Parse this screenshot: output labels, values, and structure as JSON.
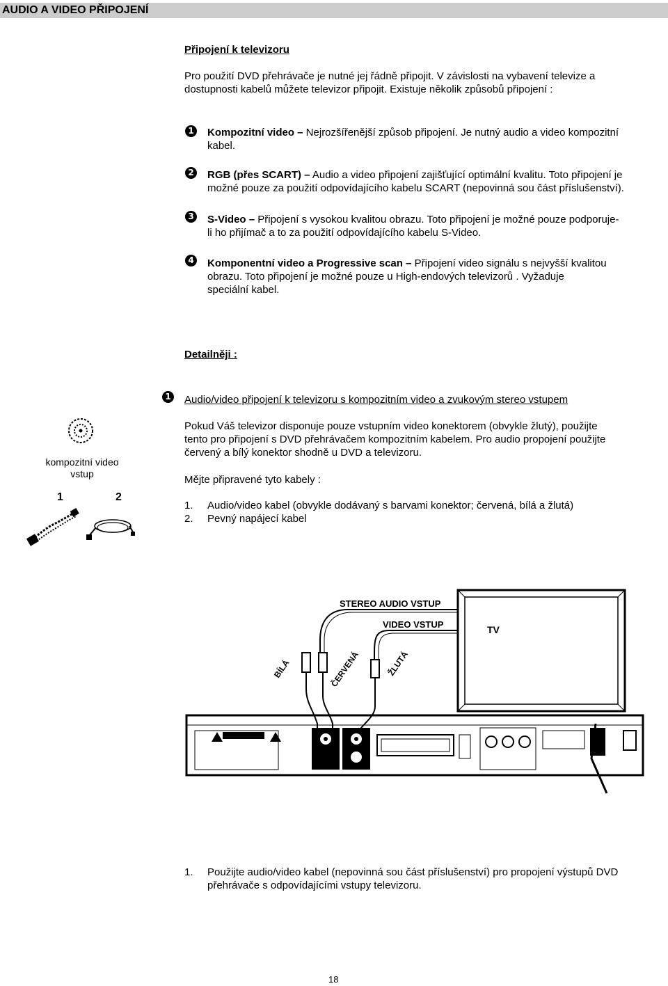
{
  "header": {
    "title": "AUDIO A VIDEO PŘIPOJENÍ"
  },
  "section1": {
    "heading": "Připojení k televizoru",
    "intro_line1": "Pro použití DVD přehrávače je nutné jej řádně připojit. V závislosti na vybavení televize a",
    "intro_line2": "dostupnosti kabelů můžete televizor připojit. Existuje několik způsobů připojení :"
  },
  "options": [
    {
      "bullet": "1",
      "title": "Kompozitní video –",
      "line1": " Nejrozšířenější způsob připojení. Je nutný audio a video kompozitní",
      "line2": "kabel.",
      "line3": ""
    },
    {
      "bullet": "2",
      "title": "RGB (přes SCART) –",
      "line1": " Audio a video připojení zajišťující optimální kvalitu. Toto připojení je",
      "line2": "možné pouze za použití odpovídajícího kabelu SCART (nepovinná sou část příslušenství).",
      "line3": ""
    },
    {
      "bullet": "3",
      "title": "S-Video –",
      "line1": " Připojení s vysokou kvalitou obrazu. Toto připojení je možné pouze podporuje-",
      "line2": "li ho přijímač a to za použití odpovídajícího kabelu S-Video.",
      "line3": ""
    },
    {
      "bullet": "4",
      "title": "Komponentní video a Progressive scan –",
      "line1": " Připojení video signálu s nejvyšší kvalitou",
      "line2": "obrazu. Toto připojení je možné pouze u High-endových televizorů . Vyžaduje",
      "line3": "speciální kabel."
    }
  ],
  "detail": {
    "heading": "Detailněji :",
    "bullet": "1",
    "subheading": "Audio/video připojení k televizoru s kompozitním video a zvukovým stereo vstupem",
    "side_label_line1": "kompozitní video",
    "side_label_line2": "vstup",
    "cable_num_1": "1",
    "cable_num_2": "2",
    "para_line1": "Pokud Váš televizor disponuje pouze vstupním video konektorem (obvykle žlutý), použijte",
    "para_line2": "tento pro připojení s DVD přehrávačem kompozitním kabelem. Pro audio propojení použijte",
    "para_line3": "červený a bílý konektor shodně u DVD a televizoru.",
    "prep": "Mějte připravené tyto kabely :",
    "list": [
      {
        "num": "1.",
        "text": "Audio/video kabel (obvykle dodávaný s barvami konektor; červená, bílá a žlutá)"
      },
      {
        "num": "2.",
        "text": "Pevný napájecí kabel"
      }
    ]
  },
  "diagram": {
    "stereo_label": "STEREO AUDIO VSTUP",
    "video_label": "VIDEO VSTUP",
    "tv_label": "TV",
    "label_white": "BÍLÁ",
    "label_red": "ČERVENÁ",
    "label_yellow": "ŽLUTÁ"
  },
  "step": {
    "num": "1.",
    "line1": "Použijte audio/video kabel (nepovinná sou část příslušenství) pro propojení výstupů DVD",
    "line2": "přehrávače s odpovídajícími vstupy televizoru."
  },
  "footer": {
    "page_number": "18"
  }
}
